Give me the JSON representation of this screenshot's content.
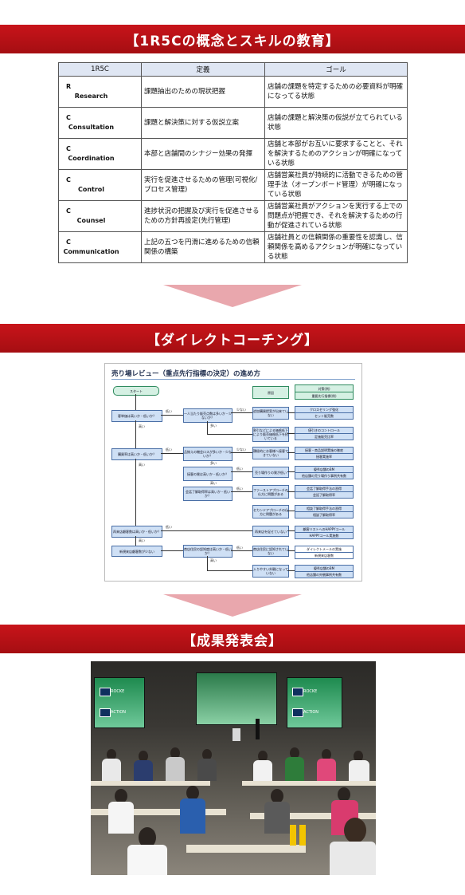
{
  "section1_title": "【1R5Cの概念とスキルの教育】",
  "section2_title": "【ダイレクトコーチング】",
  "section3_title": "【成果発表会】",
  "r5c_table": {
    "headers": [
      "1R5C",
      "定義",
      "ゴール"
    ],
    "rows": [
      {
        "letter": "R",
        "word": "Research",
        "definition": "課題抽出のための現状把握",
        "goal": "店舗の課題を特定するための必要資料が明確になってる状態"
      },
      {
        "letter": "C",
        "word": "Consultation",
        "definition": "課題と解決策に対する仮説立案",
        "goal": "店舗の課題と解決策の仮説が立てられている状態"
      },
      {
        "letter": "C",
        "word": "Coordination",
        "definition": "本部と店舗間のシナジー効果の発揮",
        "goal": "店舗と本部がお互いに要求することと、それを解決するためのアクションが明確になっている状態"
      },
      {
        "letter": "C",
        "word": "Control",
        "definition": "実行を促進させるための管理(可視化/プロセス管理)",
        "goal": "店舗営業社員が持続的に活動できるための管理手法（オープンボード管理）が明確になっている状態"
      },
      {
        "letter": "C",
        "word": "Counsel",
        "definition": "進捗状況の把握及び実行を促進させるための方針再設定(先行管理)",
        "goal": "店舗営業社員がアクションを実行する上での問題点が把握でき、それを解決するための行動が促進されている状態"
      },
      {
        "letter": "C",
        "word": "Communication",
        "definition": "上記の五つを円滑に進めるための信頼関係の構築",
        "goal": "店舗社員との信頼関係の重要性を認識し、信頼関係を高めるアクションが明確になっている状態"
      }
    ]
  },
  "flowchart": {
    "title": "売り場レビュー（重点先行指標の決定）の進め方",
    "start": "スタート",
    "legend": [
      "原因",
      "対策(例)",
      "重要先行指標(例)"
    ],
    "low": "低い",
    "high": "高い",
    "few": "少ない",
    "many": "多い",
    "q_visitors": "客単価は高いか・低いか？",
    "q_purchase_rate": "購買率は高いか・低いか？",
    "q_repeat": "再来店顧客数は高いか・低いか？",
    "q_new": "新規来店顧客数が少ない",
    "q_items_per": "一人当たり販売点数は多いか・少ないか？",
    "q_lineup": "品揃えの機会ロスが多いか・少ないか？",
    "q_ratio": "接客の質は高いか・低いか？",
    "q_consult": "会話了解取得率は高いか・低いか？",
    "q_awareness": "商店住民の認知度は高いか・低いか？",
    "c1": "追加購買提案が出来ていない",
    "c2": "割引などによる価格低下により販売価格低下を招いている",
    "c3": "積極的にお客様へ接客できていない",
    "c4": "売り場作りの質が低い",
    "c5": "ファーストアプローチの仕方に問題がある",
    "c6": "セカンドアプローチの仕方に問題がある",
    "c7": "再来店を促せていない",
    "c8": "商店住民に認知されていない",
    "c9": "入りやすい外観になっていない",
    "a1": "クロスセリング強化",
    "a1b": "セット販売数",
    "a2": "値引きのコントロール",
    "a2b": "定価販売比率",
    "a3": "接客・商品説明実施の徹底",
    "a3b": "接客実施率",
    "a4": "優秀店舗のBM",
    "a4b": "他店舗の売り場作り事例共有数",
    "a5": "会話了解取得手法の習得",
    "a5b": "会話了解取得率",
    "a6": "相談了解取得手法の習得",
    "a6b": "相談了解取得率",
    "a7": "顧客リストへのHAPPYコール",
    "a7b": "HAPPYコール実施数",
    "a8": "ダイレクトメールの実施",
    "a8b": "新規来店客数",
    "a9": "優秀店舗のBM",
    "a9b": "他店舗の外観事例共有数"
  },
  "photo": {
    "description_icons": [
      "audience",
      "presentation-screen",
      "presenter"
    ],
    "screen_label_1": "ROCKE",
    "screen_label_2": "ACTION"
  }
}
